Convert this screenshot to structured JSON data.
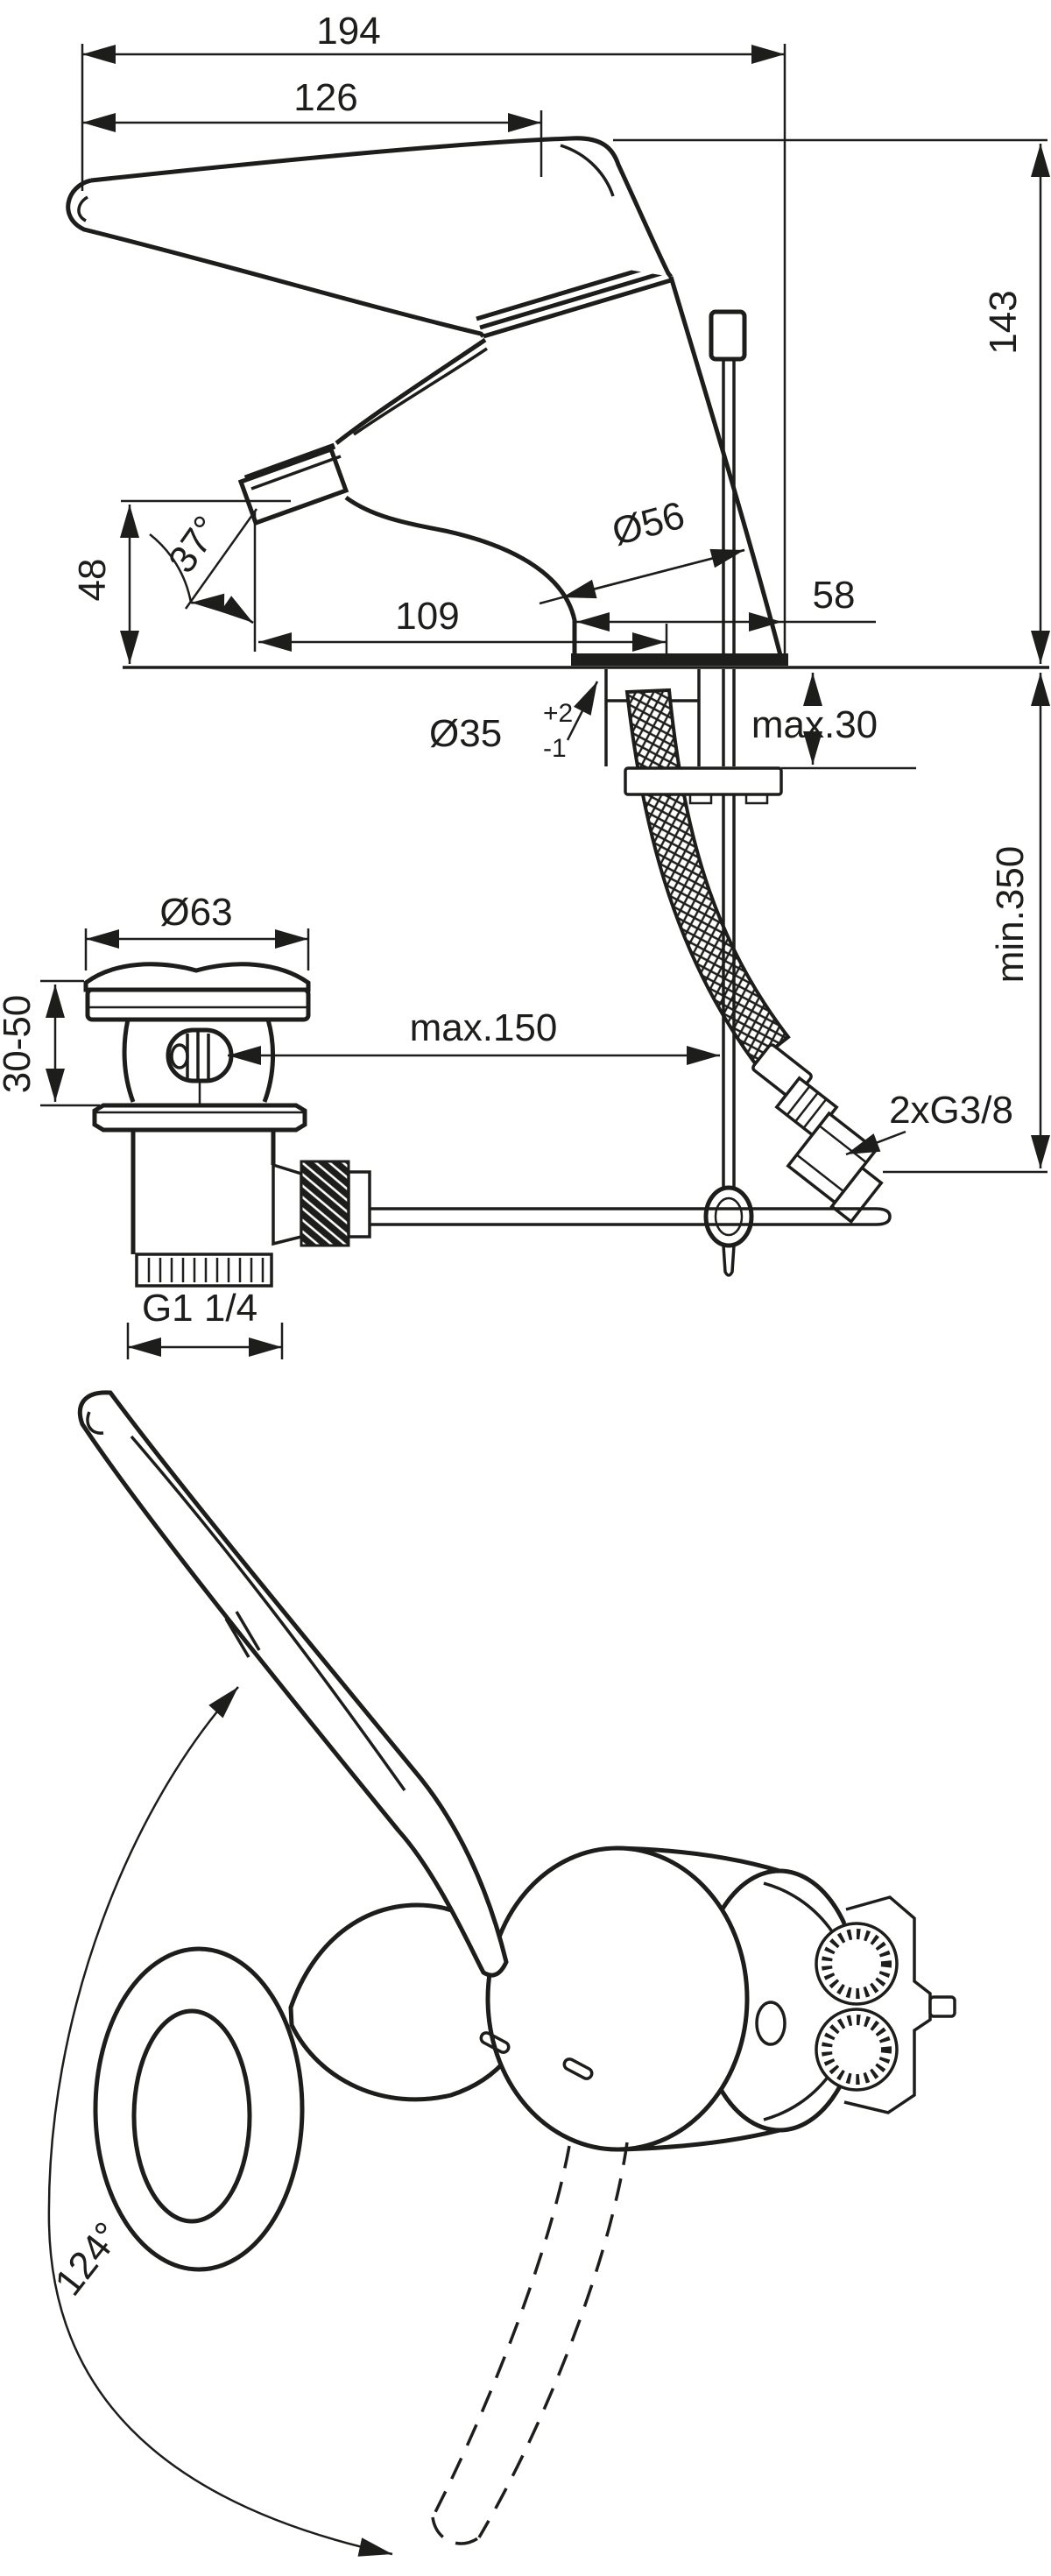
{
  "drawing": {
    "kind": "technical-dimension-drawing",
    "subject": "single-lever basin mixer with pop-up waste, side view and plan view",
    "line_color": "#1d1d1b",
    "background_color": "#ffffff",
    "side_view": {
      "overall_length": "194",
      "handle_length": "126",
      "height_above_deck": "143",
      "outlet_angle": "37°",
      "outlet_height": "48",
      "body_diameter": "Ø56",
      "spout_reach": "109",
      "base_depth": "58",
      "hole_diameter": "Ø35",
      "hole_tolerance_plus": "+2",
      "hole_tolerance_minus": "-1",
      "deck_thickness": "max.30",
      "hose_clearance": "min.350",
      "hose_connection": "2xG3/8"
    },
    "waste_view": {
      "plug_diameter": "Ø63",
      "clamp_range": "30-50",
      "rod_offset": "max.150",
      "waste_thread": "G1 1/4"
    },
    "plan_view": {
      "handle_swivel_angle": "124°"
    }
  }
}
